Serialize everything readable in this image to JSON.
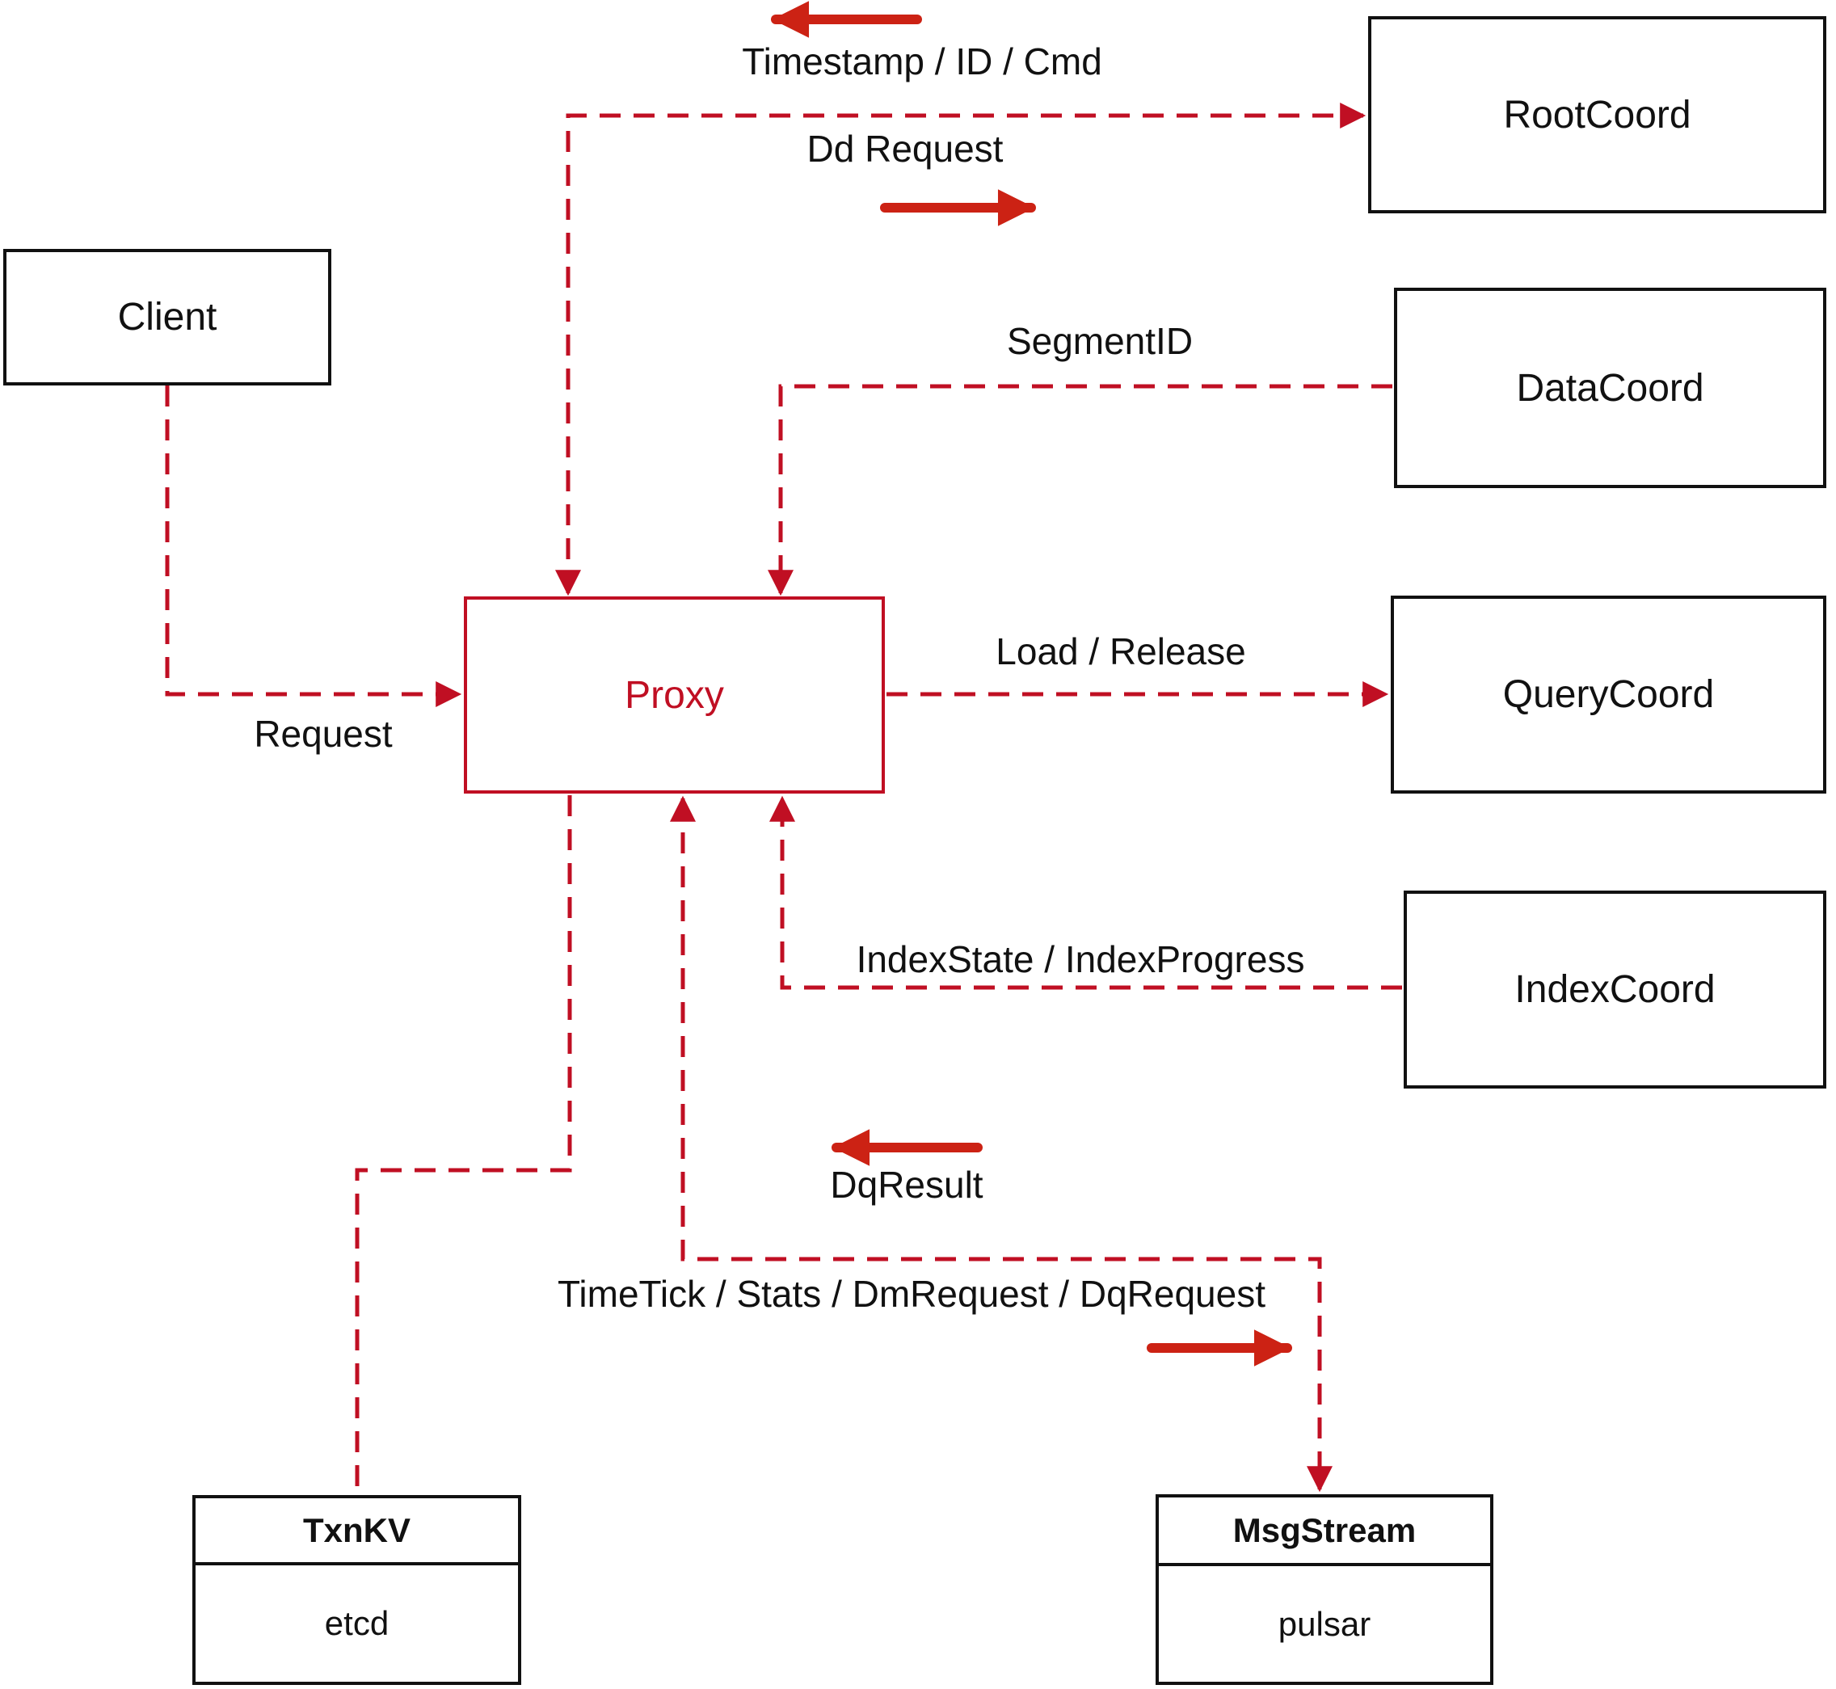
{
  "colors": {
    "background": "#ffffff",
    "line_red": "#c00f23",
    "arrow_red": "#cc2214",
    "node_border": "#111111",
    "text_black": "#111111"
  },
  "nodes": {
    "client": {
      "label": "Client"
    },
    "proxy": {
      "label": "Proxy"
    },
    "root_coord": {
      "label": "RootCoord"
    },
    "data_coord": {
      "label": "DataCoord"
    },
    "query_coord": {
      "label": "QueryCoord"
    },
    "index_coord": {
      "label": "IndexCoord"
    },
    "txn_kv": {
      "title": "TxnKV",
      "impl": "etcd"
    },
    "msg_stream": {
      "title": "MsgStream",
      "impl": "pulsar"
    }
  },
  "edge_labels": {
    "timestamp_id_cmd": "Timestamp / ID / Cmd",
    "dd_request": "Dd Request",
    "segment_id": "SegmentID",
    "load_release": "Load / Release",
    "request": "Request",
    "index_state_progress": "IndexState / IndexProgress",
    "dq_result": "DqResult",
    "time_tick": "TimeTick / Stats / DmRequest / DqRequest"
  },
  "edges": [
    {
      "from": "client",
      "to": "proxy",
      "label": "Request",
      "style": "dashed",
      "arrow": "into-proxy"
    },
    {
      "from": "proxy",
      "to": "root_coord",
      "label": "Timestamp / ID / Cmd | Dd Request",
      "style": "dashed",
      "arrow": "both"
    },
    {
      "from": "data_coord",
      "to": "proxy",
      "label": "SegmentID",
      "style": "dashed",
      "arrow": "into-proxy"
    },
    {
      "from": "proxy",
      "to": "query_coord",
      "label": "Load / Release",
      "style": "dashed",
      "arrow": "into-querycoord"
    },
    {
      "from": "index_coord",
      "to": "proxy",
      "label": "IndexState / IndexProgress",
      "style": "dashed",
      "arrow": "into-proxy"
    },
    {
      "from": "proxy",
      "to": "msg_stream",
      "label": "DqResult | TimeTick / Stats / DmRequest / DqRequest",
      "style": "dashed",
      "arrow": "both"
    },
    {
      "from": "proxy",
      "to": "txn_kv",
      "label": "",
      "style": "dashed",
      "arrow": "none"
    }
  ]
}
